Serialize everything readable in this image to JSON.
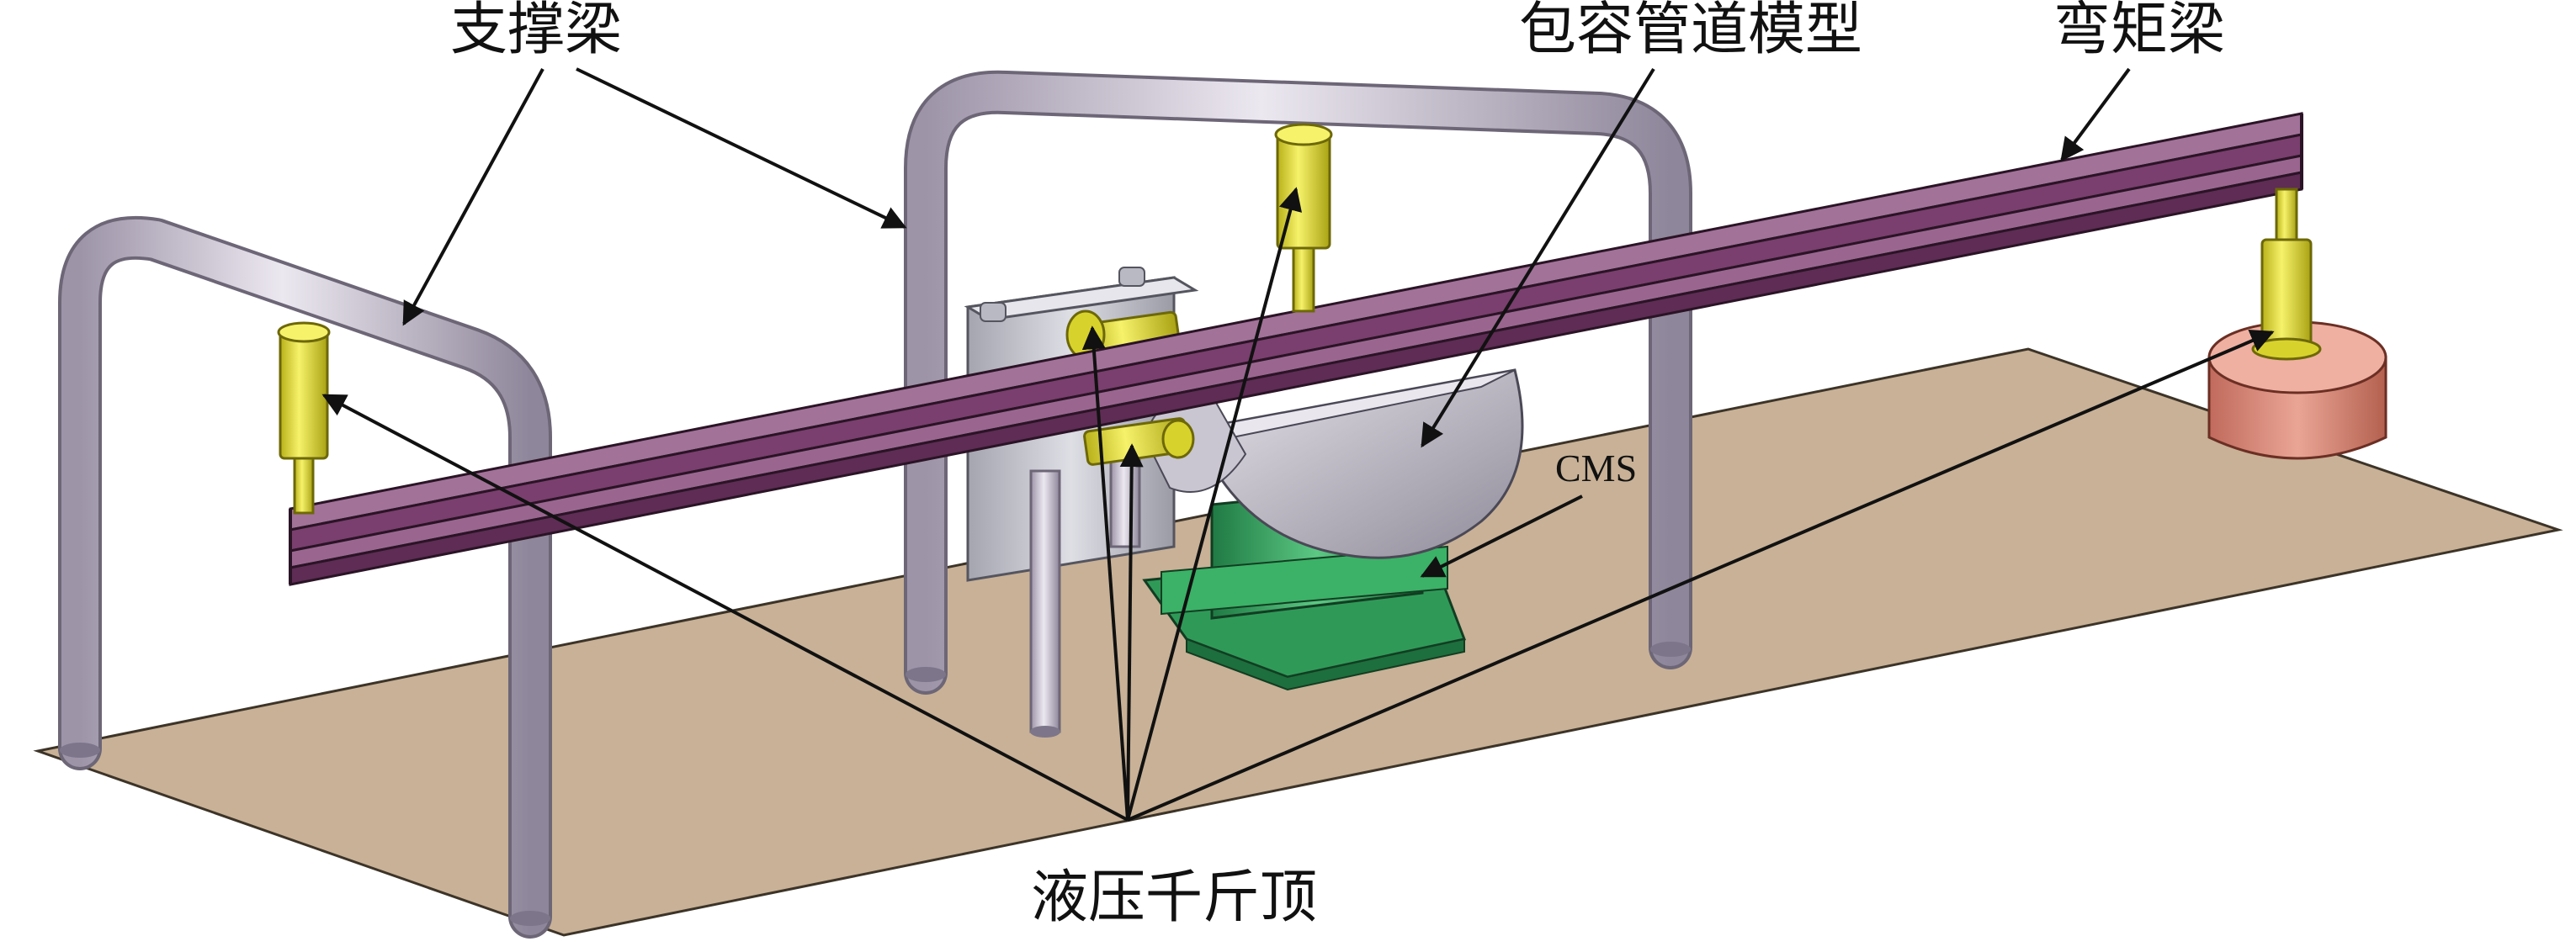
{
  "labels": {
    "support_beam": "支撑梁",
    "pipe_model": "包容管道模型",
    "moment_beam": "弯矩梁",
    "cms": "CMS",
    "hydraulic_jack": "液压千斤顶"
  },
  "colors": {
    "ground_plate": "#c8b196",
    "support_frame": "#d9d2e0",
    "moment_beam": "#7a3f6e",
    "jack": "#e8e23a",
    "pipe_model": "#c9c6d1",
    "cms_base": "#2f9a58",
    "counterweight": "#d9887a",
    "bracket": "#c7c7cf"
  }
}
